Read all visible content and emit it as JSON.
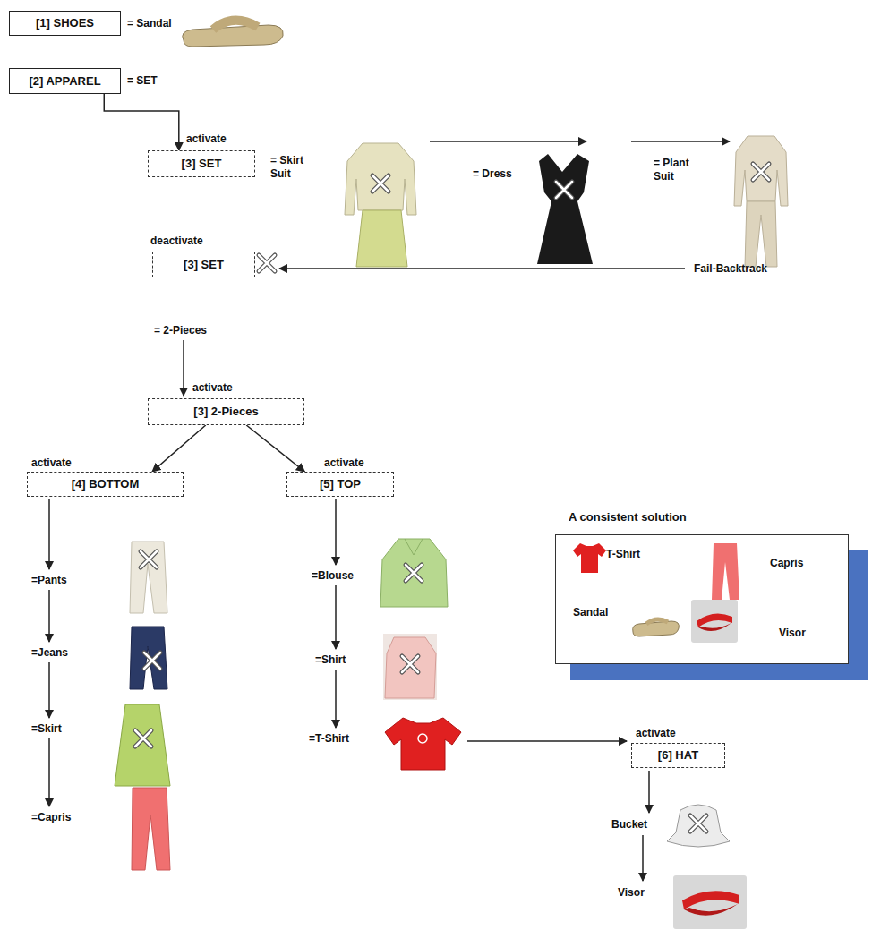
{
  "diagram": {
    "nodes": [
      {
        "text": [
          "[1] SHOES"
        ]
      },
      {
        "text": [
          "[2] APPAREL"
        ]
      },
      {
        "text": [
          "[3] SET"
        ]
      },
      {
        "text": [
          "[3] SET"
        ]
      },
      {
        "text": [
          "[3] 2-Pieces"
        ]
      },
      {
        "text": [
          "[4] BOTTOM"
        ]
      },
      {
        "text": [
          "[5] TOP"
        ]
      },
      {
        "text": [
          "[6] HAT"
        ]
      },
      {
        "text": [
          "A consistent solution",
          "T-Shirt",
          "Capris",
          "Sandal",
          "Visor"
        ]
      }
    ],
    "edges": [
      {
        "from": 1,
        "to": 2,
        "arrow": "to"
      },
      {
        "from": 4,
        "to": 5,
        "arrow": "to"
      },
      {
        "from": 4,
        "to": 6,
        "arrow": "to"
      }
    ],
    "labels": [
      "= Sandal",
      "= SET",
      "activate",
      "= Skirt Suit",
      "= Dress",
      "= Plant Suit",
      "deactivate",
      "Fail-Backtrack",
      "= 2-Pieces",
      "activate",
      "activate",
      "activate",
      "=Pants",
      "=Jeans",
      "=Skirt",
      "=Capris",
      "=Blouse",
      "=Shirt",
      "=T-Shirt",
      "activate",
      "Bucket",
      "Visor"
    ]
  }
}
